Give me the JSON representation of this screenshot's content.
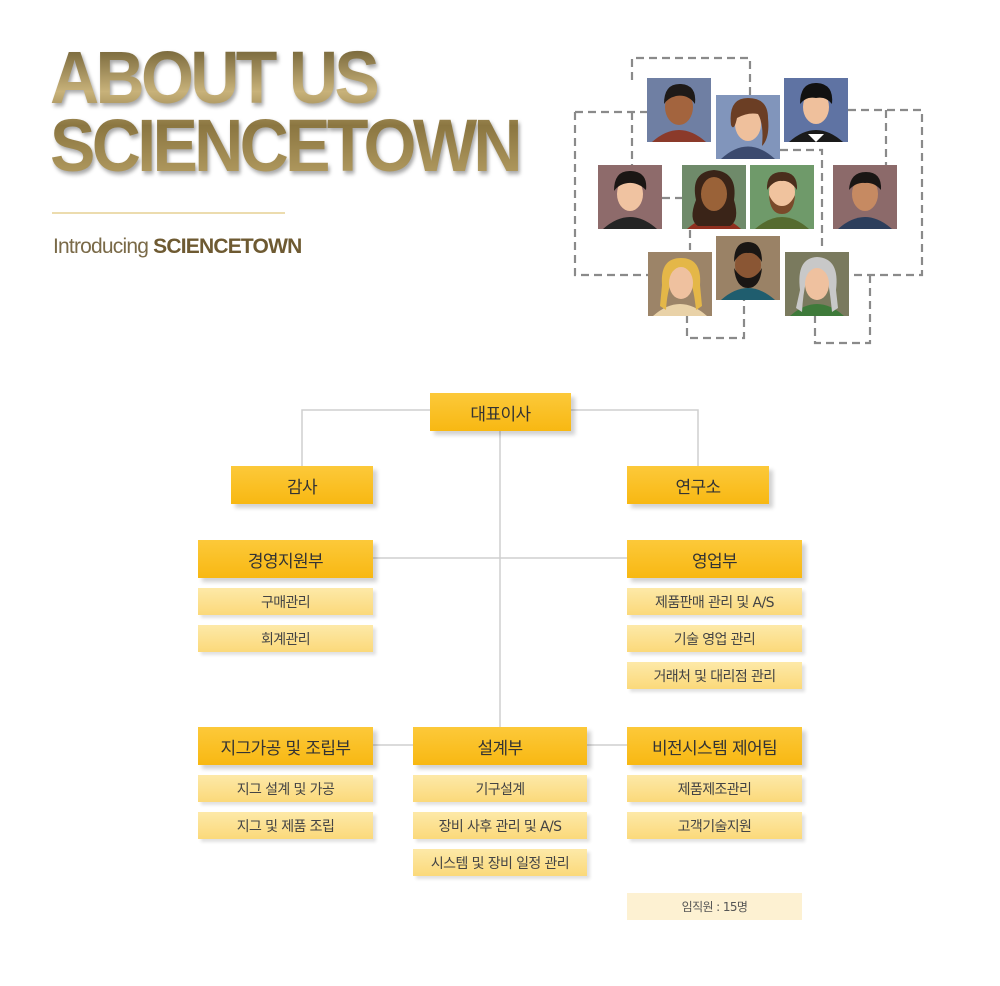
{
  "header": {
    "title_line1": "ABOUT US",
    "title_line2": "SCIENCETOWN",
    "subtitle_prefix": "Introducing",
    "subtitle_name": "SCIENCETOWN"
  },
  "org": {
    "ceo": "대표이사",
    "audit": "감사",
    "lab": "연구소",
    "management": {
      "label": "경영지원부",
      "items": [
        "구매관리",
        "회계관리"
      ]
    },
    "sales": {
      "label": "영업부",
      "items": [
        "제품판매 관리 및 A/S",
        "기술 영업 관리",
        "거래처 및 대리점 관리"
      ]
    },
    "jig": {
      "label": "지그가공 및 조립부",
      "items": [
        "지그 설계 및 가공",
        "지그 및 제품 조립"
      ]
    },
    "design": {
      "label": "설계부",
      "items": [
        "기구설계",
        "장비 사후 관리 및 A/S",
        "시스템 및 장비 일정 관리"
      ]
    },
    "vision": {
      "label": "비전시스템 제어팀",
      "items": [
        "제품제조관리",
        "고객기술지원"
      ]
    },
    "staff_count": "임직원 : 15명"
  },
  "colors": {
    "gold_title": "#a38e55",
    "main_box": "#f9bd1f",
    "sub_box": "#fcdf8c",
    "note_box": "#fdf1d2",
    "line": "#cccccc",
    "dashed": "#8a8a8a"
  },
  "icons": {
    "people": "people-avatars-illustration"
  }
}
